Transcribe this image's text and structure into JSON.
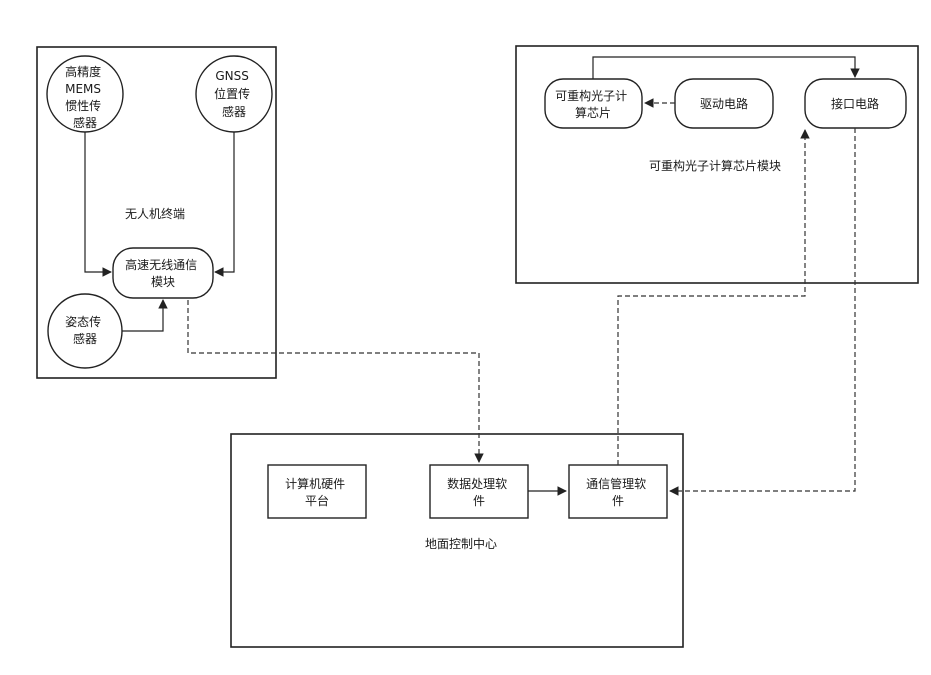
{
  "uav": {
    "caption": "无人机终端",
    "imu_sensor": [
      "高精度",
      "MEMS",
      "惯性传",
      "感器"
    ],
    "gnss_sensor": [
      "GNSS",
      "位置传",
      "感器"
    ],
    "wireless_module": [
      "高速无线通信",
      "模块"
    ],
    "attitude_sensor": [
      "姿态传",
      "感器"
    ]
  },
  "photonic": {
    "caption": "可重构光子计算芯片模块",
    "chip": [
      "可重构光子计",
      "算芯片"
    ],
    "driver": [
      "驱动电路"
    ],
    "interface": [
      "接口电路"
    ]
  },
  "ground": {
    "caption": "地面控制中心",
    "hardware": [
      "计算机硬件",
      "平台"
    ],
    "data_software": [
      "数据处理软",
      "件"
    ],
    "comm_software": [
      "通信管理软",
      "件"
    ]
  }
}
